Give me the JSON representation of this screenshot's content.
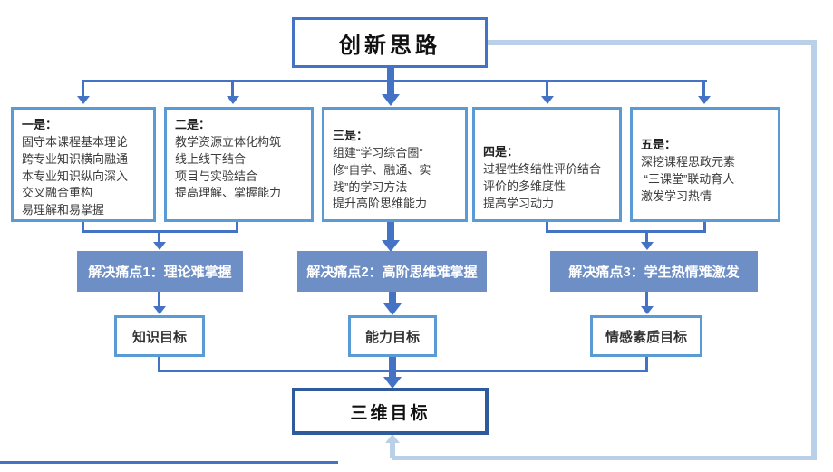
{
  "colors": {
    "accent": "#4472C4",
    "box_border": "#5B9BD5",
    "final_border": "#2E5B9C",
    "bar_fill": "#6D8FC6",
    "feedback_line": "#BACFE8",
    "bar_text": "#FFFFFF",
    "body_text": "#3B3B3B"
  },
  "title": "创新思路",
  "strategies": [
    {
      "heading": "一是：",
      "lines": [
        "固守本课程基本理论",
        "跨专业知识横向融通",
        "本专业知识纵向深入",
        "交叉融合重构",
        "易理解和易掌握"
      ]
    },
    {
      "heading": "二是：",
      "lines": [
        "教学资源立体化构筑",
        "线上线下结合",
        "项目与实验结合",
        "提高理解、掌握能力"
      ]
    },
    {
      "heading": "三是：",
      "lines": [
        "组建“学习综合圈”",
        "修“自学、融通、实",
        "践”的学习方法",
        "提升高阶思维能力"
      ]
    },
    {
      "heading": "四是：",
      "lines": [
        "过程性终结性评价结合",
        "评价的多维度性",
        "提高学习动力"
      ]
    },
    {
      "heading": "五是：",
      "lines": [
        "深挖课程思政元素",
        " “三课堂”联动育人",
        "激发学习热情"
      ]
    }
  ],
  "pain_points": [
    "解决痛点1：理论难掌握",
    "解决痛点2：高阶思维难掌握",
    "解决痛点3：学生热情难激发"
  ],
  "goals": [
    "知识目标",
    "能力目标",
    "情感素质目标"
  ],
  "final_goal": "三维目标"
}
